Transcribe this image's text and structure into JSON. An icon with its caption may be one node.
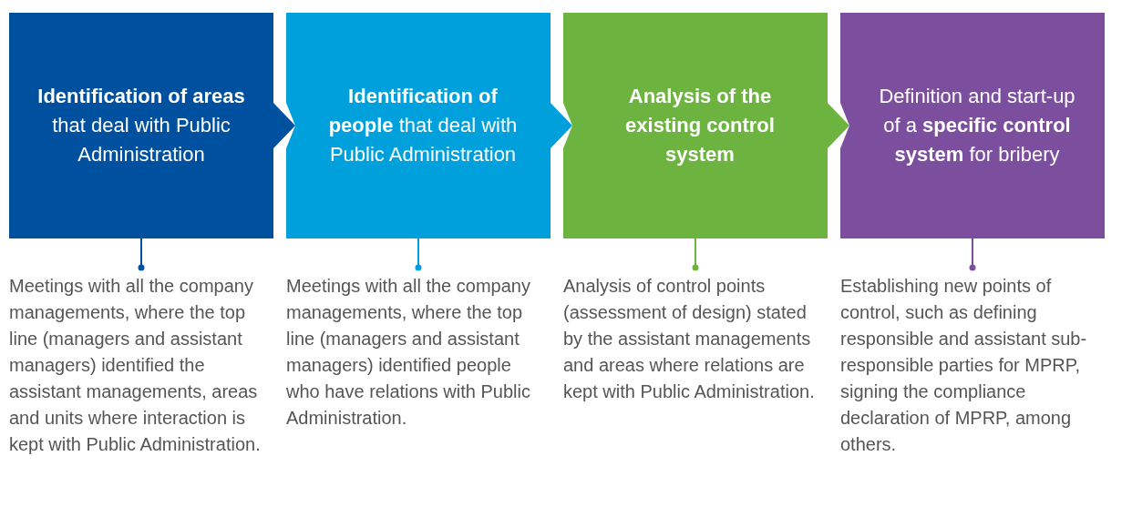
{
  "diagram": {
    "nodes": [
      {
        "text": [
          "**Identification of areas** that deal with Public Administration"
        ]
      },
      {
        "text": [
          "**Identification of people** that deal with Public Administration"
        ]
      },
      {
        "text": [
          "Analysis of the existing control system"
        ]
      },
      {
        "text": [
          "Definition and start-up of a **specific control system** for bribery"
        ]
      },
      {
        "text": [
          "Meetings with all the company managements, where the top line (managers and assistant managers) identified the assistant managements, areas and units where interaction is kept with Public Administration."
        ]
      },
      {
        "text": [
          "Meetings with all the company managements, where the top line (managers and assistant managers) identified people who have relations with Public Administration."
        ]
      },
      {
        "text": [
          "Analysis of control points (assessment of design) stated by the assistant managements and areas where relations are kept with Public Administration."
        ]
      },
      {
        "text": [
          "Establishing new points of control, such as defining responsible and assistant sub-responsible parties for MPRP, signing the compliance declaration of MPRP, among others."
        ]
      }
    ],
    "edges": [
      {
        "from": 0,
        "to": 1,
        "arrow": "to",
        "color": "#0050a0"
      },
      {
        "from": 1,
        "to": 2,
        "arrow": "to",
        "color": "#00a0dc"
      },
      {
        "from": 2,
        "to": 3,
        "arrow": "to",
        "color": "#6db33f"
      },
      {
        "from": 0,
        "to": 4,
        "arrow": "other",
        "color": "#0050a0"
      },
      {
        "from": 1,
        "to": 5,
        "arrow": "other",
        "color": "#00a0dc"
      },
      {
        "from": 2,
        "to": 6,
        "arrow": "other",
        "color": "#6db33f"
      },
      {
        "from": 3,
        "to": 7,
        "arrow": "other",
        "color": "#7b4f9e"
      }
    ]
  }
}
